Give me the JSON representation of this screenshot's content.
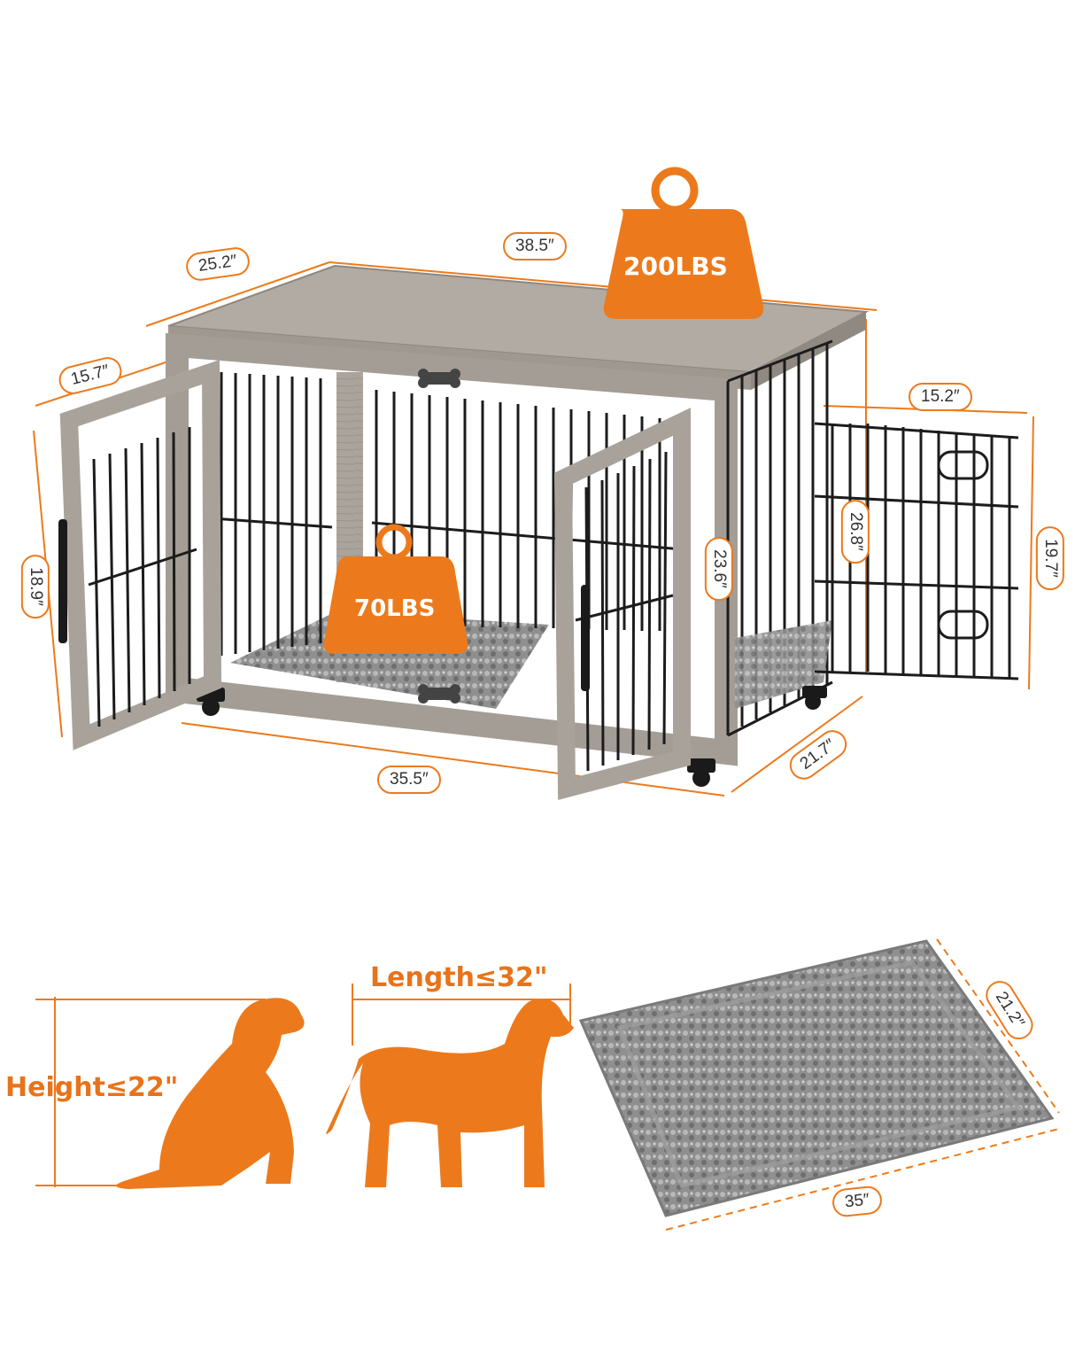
{
  "crate": {
    "top_width": "38.5″",
    "top_depth": "25.2″",
    "side_door_width": "15.7″",
    "door_height": "18.9″",
    "front_width": "35.5″",
    "inner_height": "23.6″",
    "side_opening_height": "26.8″",
    "right_door_width": "15.2″",
    "total_height": "19.7″",
    "side_depth": "21.7″"
  },
  "weights": {
    "top_capacity": "200LBS",
    "inner_capacity": "70LBS"
  },
  "dog": {
    "height_limit": "Height≤22\"",
    "length_limit": "Length≤32\""
  },
  "mat": {
    "width": "35″",
    "depth": "21.2″"
  },
  "colors": {
    "accent": "#ec7a1c",
    "wood": "#a9a39b",
    "wire": "#1c1c1c",
    "mat": "#8c8c8c"
  }
}
